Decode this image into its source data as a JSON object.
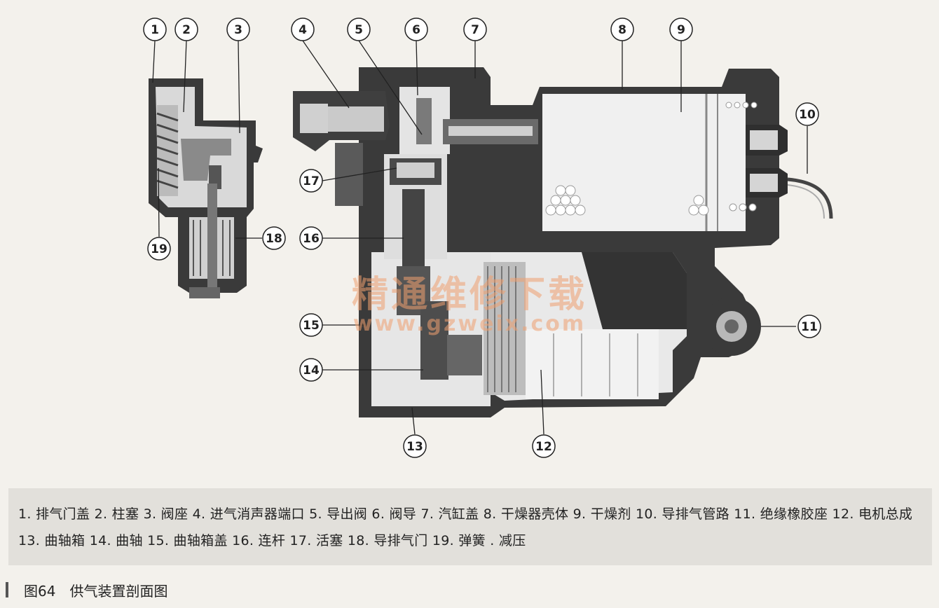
{
  "callouts": [
    "1",
    "2",
    "3",
    "4",
    "5",
    "6",
    "7",
    "8",
    "9",
    "10",
    "11",
    "12",
    "13",
    "14",
    "15",
    "16",
    "17",
    "18",
    "19"
  ],
  "watermark": {
    "main": "精通维修下载",
    "url": "www.gzweix.com"
  },
  "legend": "1. 排气门盖 2. 柱塞 3. 阀座 4. 进气消声器端口 5. 导出阀 6. 阀导 7. 汽缸盖 8. 干燥器壳体 9. 干燥剂 10. 导排气管路 11. 绝缘橡胶座 12. 电机总成 13. 曲轴箱 14. 曲轴 15. 曲轴箱盖 16. 连杆 17. 活塞 18. 导排气门 19. 弹簧 . 减压",
  "caption": "图64　供气装置剖面图",
  "colors": {
    "housing": "#3a3a3a",
    "light_part": "#d8d8d8",
    "background": "#f3f1ec",
    "legend_bg": "#e2e0db",
    "watermark": "#f0a070"
  }
}
